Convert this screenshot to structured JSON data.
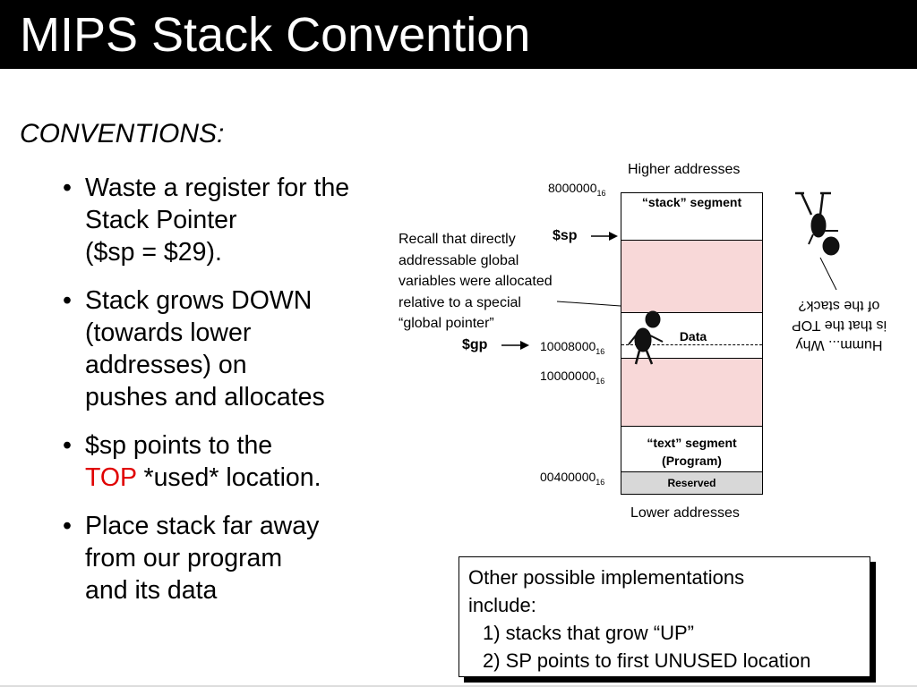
{
  "title": "MIPS Stack Convention",
  "conventions_heading": "CONVENTIONS:",
  "bullets": [
    {
      "lines": [
        "Waste a register for the",
        "Stack Pointer",
        "($sp = $29)."
      ]
    },
    {
      "lines": [
        "Stack grows DOWN",
        "(towards lower",
        "addresses) on",
        "pushes and allocates"
      ]
    },
    {
      "line1": "$sp points to the",
      "highlight": "TOP",
      "rest": " *used* location."
    },
    {
      "lines": [
        "Place stack far away",
        "from our program",
        "and its data"
      ]
    }
  ],
  "diagram": {
    "higher_addresses": "Higher addresses",
    "lower_addresses": "Lower addresses",
    "addresses": [
      {
        "value": "8000000",
        "base": "16"
      },
      {
        "value": "10008000",
        "base": "16"
      },
      {
        "value": "10000000",
        "base": "16"
      },
      {
        "value": "00400000",
        "base": "16"
      }
    ],
    "segments": {
      "stack": "“stack” segment",
      "data": "Data",
      "text_line1": "“text” segment",
      "text_line2": "(Program)",
      "reserved": "Reserved"
    },
    "registers": {
      "sp": "$sp",
      "gp": "$gp"
    },
    "callout_lines": [
      "Recall that directly",
      "addressable global",
      "variables were allocated",
      "relative to a special",
      "“global pointer”"
    ],
    "humm_lines": [
      "Humm... Why",
      "is that the TOP",
      "of the stack?"
    ],
    "colors": {
      "pink": "#f8d8d8",
      "reserved_gray": "#d8d8d8"
    }
  },
  "other_box": {
    "lines": [
      "Other possible implementations",
      "include:",
      "   1) stacks that grow “UP”",
      "   2) SP points to first UNUSED location"
    ]
  }
}
